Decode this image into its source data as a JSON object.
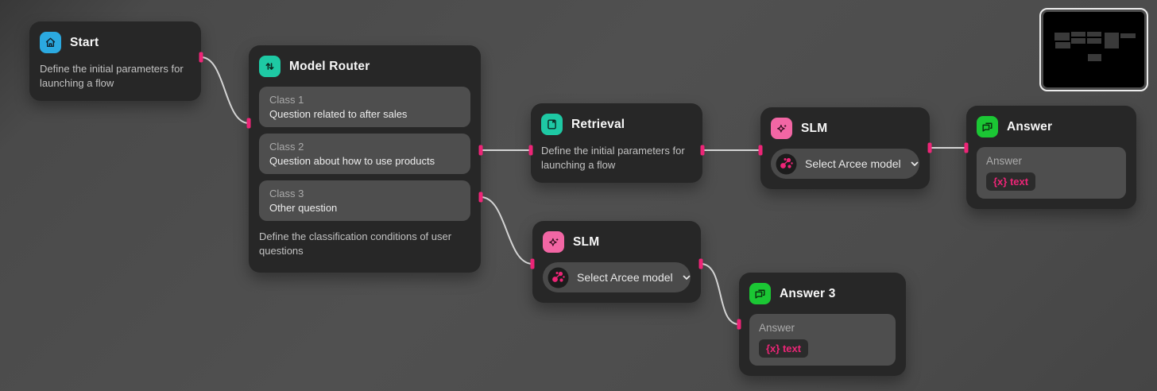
{
  "app": {
    "type": "workflow-editor-canvas"
  },
  "colors": {
    "canvas_background": "#4a4a4a",
    "node_background": "#272727",
    "card_background": "#4e4e4e",
    "accent_pink": "#ed2577",
    "start_blue": "#2ba9e0",
    "router_teal": "#1ec9a4",
    "slm_pink": "#f266a4",
    "answer_green": "#1bc734",
    "edge_gray": "#d4d4d4"
  },
  "nodes": {
    "start": {
      "title": "Start",
      "description": "Define the initial parameters for launching a flow",
      "icon": "home-icon"
    },
    "model_router": {
      "title": "Model Router",
      "icon": "arrows-up-down-icon",
      "classes": [
        {
          "label": "Class 1",
          "text": "Question related to after sales"
        },
        {
          "label": "Class 2",
          "text": "Question about how to use products"
        },
        {
          "label": "Class 3",
          "text": "Other question"
        }
      ],
      "description": "Define the classification conditions of user questions"
    },
    "retrieval": {
      "title": "Retrieval",
      "description": "Define the initial parameters for launching a flow",
      "icon": "book-icon"
    },
    "slm_top": {
      "title": "SLM",
      "model_selector": "Select Arcee model",
      "icon": "sparkles-icon"
    },
    "slm_bottom": {
      "title": "SLM",
      "model_selector": "Select Arcee model",
      "icon": "sparkles-icon"
    },
    "answer_top": {
      "title": "Answer",
      "field_label": "Answer",
      "variable_chip": "{x} text",
      "icon": "chat-icon"
    },
    "answer_bottom": {
      "title": "Answer 3",
      "field_label": "Answer",
      "variable_chip": "{x} text",
      "icon": "chat-icon"
    }
  },
  "minimap": {
    "present": true
  }
}
